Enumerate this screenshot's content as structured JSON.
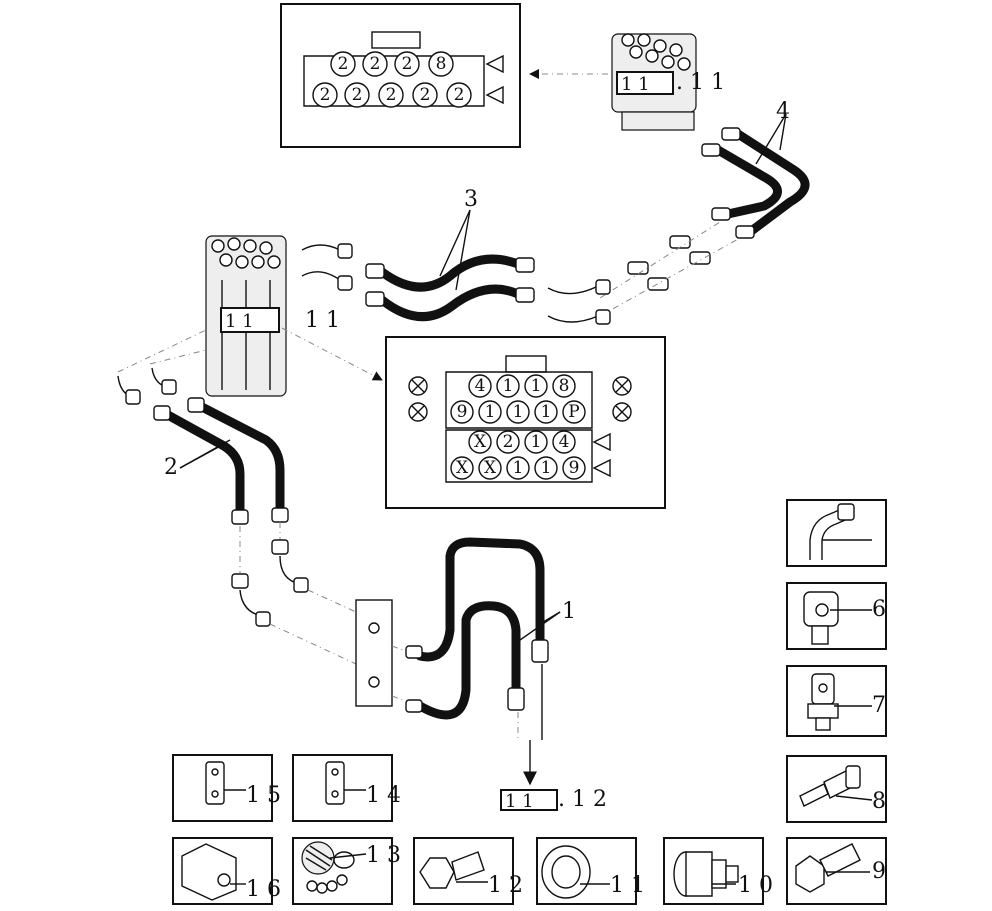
{
  "callouts": {
    "hose_group_1": "1",
    "hose_group_2": "2",
    "hose_group_3": "3",
    "hose_group_4": "4"
  },
  "references": {
    "ref_top": {
      "box": "1 1",
      "tail": ". 1 1"
    },
    "ref_mid": {
      "box": "1 1",
      "tail": "1 1"
    },
    "ref_bottom": {
      "box": "1 1",
      "tail": ". 1 2"
    }
  },
  "connector_top": {
    "row1": [
      "2",
      "2",
      "2",
      "8"
    ],
    "row2": [
      "2",
      "2",
      "2",
      "2",
      "2"
    ]
  },
  "connector_mid": {
    "row1": [
      "4",
      "1",
      "1",
      "8"
    ],
    "row2": [
      "9",
      "1",
      "1",
      "1",
      "P"
    ],
    "row3": [
      "X",
      "2",
      "1",
      "4"
    ],
    "row4": [
      "X",
      "X",
      "1",
      "1",
      "9"
    ]
  },
  "parts": {
    "p6": "6",
    "p7": "7",
    "p8": "8",
    "p9": "9",
    "p10": "1 0",
    "p11": "1 1",
    "p12": "1 2",
    "p13": "1 3",
    "p14": "1 4",
    "p15": "1 5",
    "p16": "1 6"
  }
}
